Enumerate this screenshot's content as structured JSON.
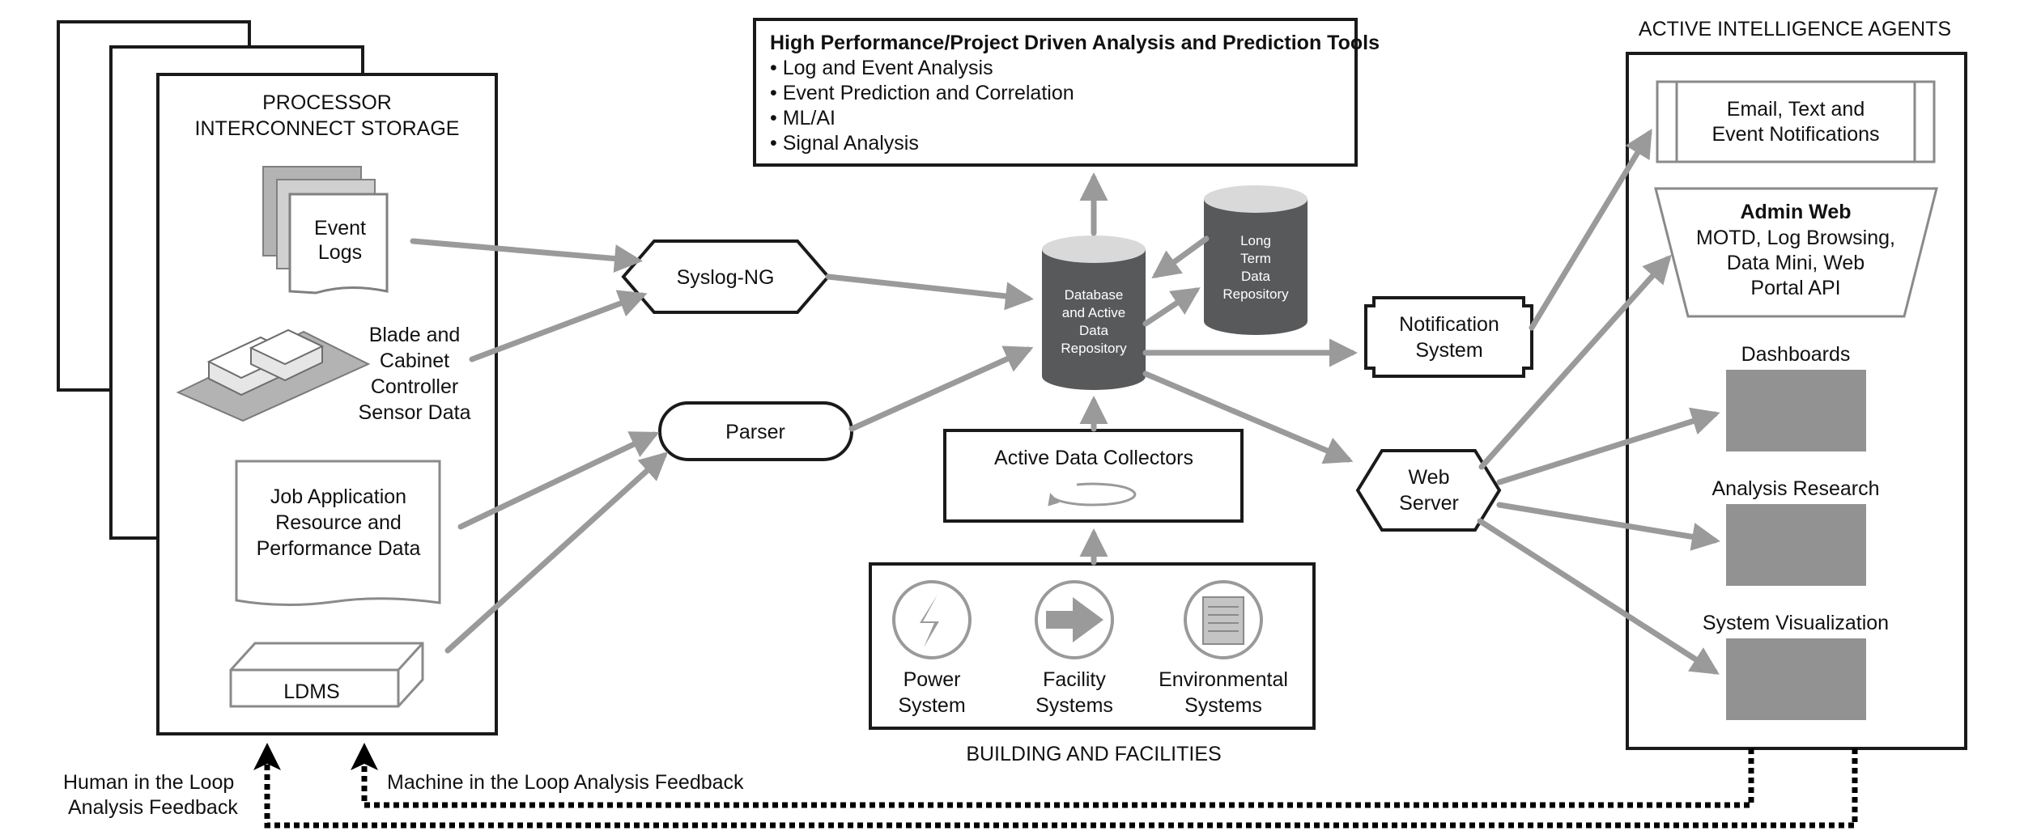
{
  "processor_panel": {
    "title_line1": "PROCESSOR",
    "title_line2": "INTERCONNECT STORAGE"
  },
  "sources": {
    "event_logs": [
      "Event",
      "Logs"
    ],
    "blade_sensor": [
      "Blade and",
      "Cabinet",
      "Controller",
      "Sensor Data"
    ],
    "job_data": [
      "Job Application",
      "Resource and",
      "Performance Data"
    ],
    "ldms": "LDMS"
  },
  "syslog": "Syslog-NG",
  "parser": "Parser",
  "analysis_tools": {
    "title": "High Performance/Project Driven Analysis and Prediction Tools",
    "items": [
      "• Log and Event Analysis",
      "• Event Prediction and Correlation",
      "• ML/AI",
      "• Signal Analysis"
    ]
  },
  "database": [
    "Database",
    "and Active",
    "Data",
    "Repository"
  ],
  "long_term": [
    "Long",
    "Term",
    "Data",
    "Repository"
  ],
  "active_collectors": "Active Data Collectors",
  "building": {
    "power": [
      "Power",
      "System"
    ],
    "facility": [
      "Facility",
      "Systems"
    ],
    "environmental": [
      "Environmental",
      "Systems"
    ],
    "caption": "BUILDING AND FACILITIES"
  },
  "notification": [
    "Notification",
    "System"
  ],
  "web_server": [
    "Web",
    "Server"
  ],
  "agents": {
    "title": "ACTIVE INTELLIGENCE AGENTS",
    "email": [
      "Email, Text and",
      "Event Notifications"
    ],
    "admin_title": "Admin Web",
    "admin_lines": [
      "MOTD, Log Browsing,",
      "Data Mini, Web",
      "Portal API"
    ],
    "dashboards": "Dashboards",
    "analysis_research": "Analysis Research",
    "system_visualization": "System Visualization"
  },
  "feedback": {
    "human": [
      "Human in the Loop",
      "Analysis Feedback"
    ],
    "machine": "Machine in the Loop Analysis Feedback"
  },
  "colors": {
    "arrow": "#9a9a9a",
    "cylinder": "#58595b",
    "cylinder_top": "#d9d9d9",
    "screen": "#929292",
    "outline": "#1a1a1a"
  }
}
